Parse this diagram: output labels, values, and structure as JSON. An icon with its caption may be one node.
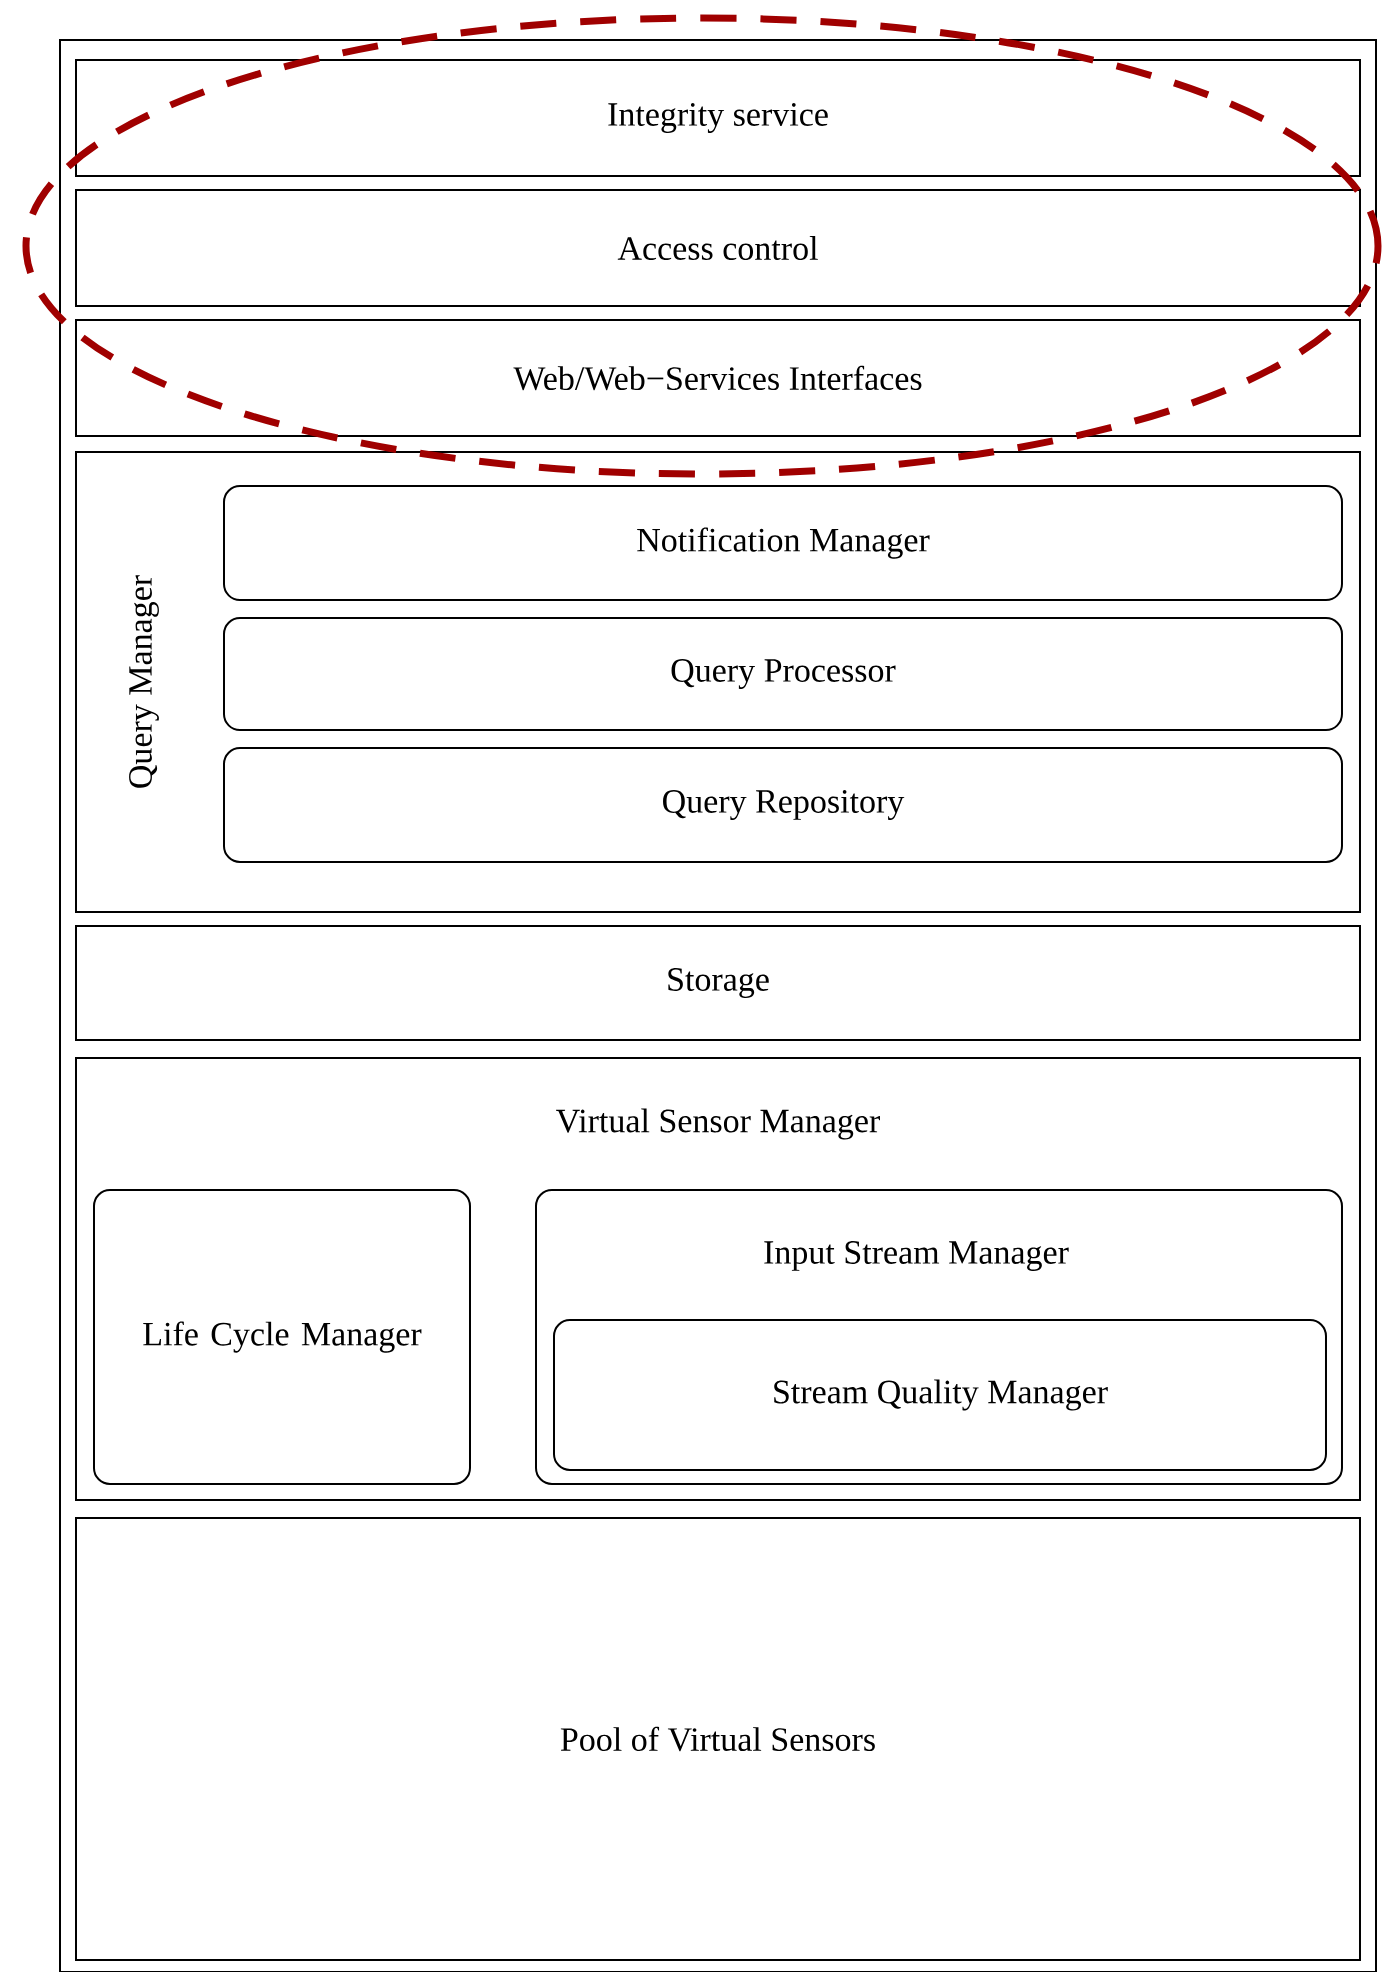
{
  "diagram": {
    "nodes": [
      {
        "text": [],
        "shape": "box"
      },
      {
        "text": [
          "Integrity service"
        ],
        "in": 0
      },
      {
        "text": [
          "Access control"
        ],
        "in": 0
      },
      {
        "text": [
          "Web/Web−Services Interfaces"
        ],
        "in": 0
      },
      {
        "text": [
          "Query Manager"
        ],
        "in": 0
      },
      {
        "text": [
          "Notification Manager"
        ],
        "in": 4
      },
      {
        "text": [
          "Query Processor"
        ],
        "in": 4
      },
      {
        "text": [
          "Query Repository"
        ],
        "in": 4
      },
      {
        "text": [
          "Storage"
        ],
        "in": 0
      },
      {
        "text": [
          "Virtual Sensor Manager"
        ],
        "in": 0
      },
      {
        "text": [
          "Life Cycle Manager"
        ],
        "in": 9
      },
      {
        "text": [
          "Input Stream Manager"
        ],
        "in": 9
      },
      {
        "text": [
          "Stream Quality Manager"
        ],
        "in": 11
      },
      {
        "text": [
          "Pool of Virtual Sensors"
        ],
        "in": 0
      }
    ]
  }
}
